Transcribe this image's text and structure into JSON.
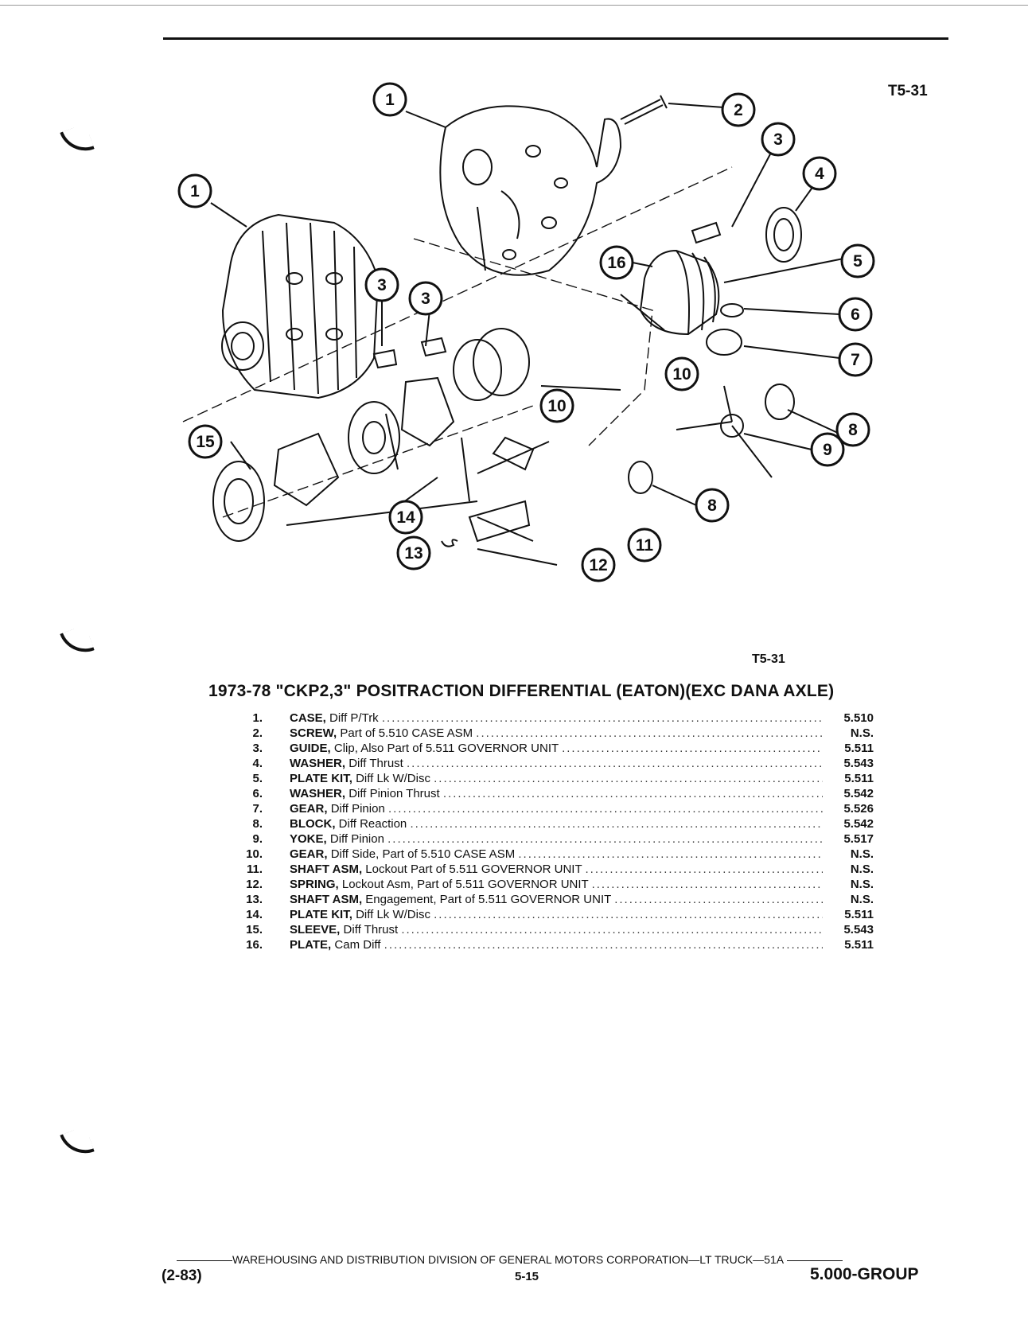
{
  "figure_code": "T5-31",
  "callouts": [
    "1",
    "1",
    "2",
    "3",
    "3",
    "3",
    "4",
    "5",
    "6",
    "7",
    "8",
    "8",
    "9",
    "10",
    "10",
    "11",
    "12",
    "13",
    "14",
    "15",
    "16"
  ],
  "title": "1973-78 \"CKP2,3\" POSITRACTION DIFFERENTIAL (EATON)(EXC DANA AXLE)",
  "parts": [
    {
      "num": "1.",
      "name": "CASE,",
      "desc": "Diff P/Trk",
      "group": "5.510"
    },
    {
      "num": "2.",
      "name": "SCREW,",
      "desc": "Part of 5.510 CASE ASM",
      "group": "N.S."
    },
    {
      "num": "3.",
      "name": "GUIDE,",
      "desc": "Clip, Also Part of 5.511 GOVERNOR UNIT",
      "group": "5.511"
    },
    {
      "num": "4.",
      "name": "WASHER,",
      "desc": "Diff Thrust",
      "group": "5.543"
    },
    {
      "num": "5.",
      "name": "PLATE KIT,",
      "desc": "Diff Lk W/Disc",
      "group": "5.511"
    },
    {
      "num": "6.",
      "name": "WASHER,",
      "desc": "Diff Pinion Thrust",
      "group": "5.542"
    },
    {
      "num": "7.",
      "name": "GEAR,",
      "desc": "Diff Pinion",
      "group": "5.526"
    },
    {
      "num": "8.",
      "name": "BLOCK,",
      "desc": "Diff Reaction",
      "group": "5.542"
    },
    {
      "num": "9.",
      "name": "YOKE,",
      "desc": "Diff Pinion",
      "group": "5.517"
    },
    {
      "num": "10.",
      "name": "GEAR,",
      "desc": "Diff Side, Part of 5.510 CASE ASM",
      "group": "N.S."
    },
    {
      "num": "11.",
      "name": "SHAFT ASM,",
      "desc": "Lockout Part of 5.511 GOVERNOR UNIT",
      "group": "N.S."
    },
    {
      "num": "12.",
      "name": "SPRING,",
      "desc": "Lockout Asm, Part of 5.511 GOVERNOR UNIT",
      "group": "N.S."
    },
    {
      "num": "13.",
      "name": "SHAFT ASM,",
      "desc": "Engagement, Part of 5.511 GOVERNOR UNIT",
      "group": "N.S."
    },
    {
      "num": "14.",
      "name": "PLATE KIT,",
      "desc": "Diff Lk W/Disc",
      "group": "5.511"
    },
    {
      "num": "15.",
      "name": "SLEEVE,",
      "desc": "Diff Thrust",
      "group": "5.543"
    },
    {
      "num": "16.",
      "name": "PLATE,",
      "desc": "Cam Diff",
      "group": "5.511"
    }
  ],
  "footer": {
    "line": "WAREHOUSING AND DISTRIBUTION DIVISION OF GENERAL MOTORS CORPORATION—LT TRUCK—51A",
    "date": "(2-83)",
    "page": "5-15",
    "group": "5.000-GROUP"
  }
}
